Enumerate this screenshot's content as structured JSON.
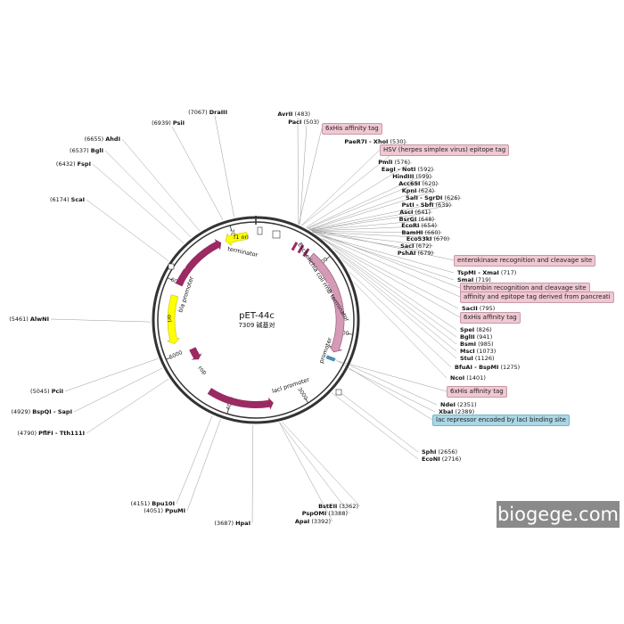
{
  "plasmid": {
    "name": "pET-44c",
    "size_label": "7309 碱基对",
    "total_bp": 7309
  },
  "ticks": [
    "1000",
    "2000",
    "3000",
    "4000",
    "5000",
    "6000",
    "7000"
  ],
  "sites": [
    {
      "name": "AvrII",
      "pos": "483"
    },
    {
      "name": "PacI",
      "pos": "503"
    },
    {
      "name": "PaeR7I - XhoI",
      "pos": "530"
    },
    {
      "name": "PmlI",
      "pos": "576"
    },
    {
      "name": "EagI - NotI",
      "pos": "592"
    },
    {
      "name": "HindIII",
      "pos": "599"
    },
    {
      "name": "Acc65I",
      "pos": "620"
    },
    {
      "name": "KpnI",
      "pos": "624"
    },
    {
      "name": "SalI - SgrDI",
      "pos": "626"
    },
    {
      "name": "PstI - SbfI",
      "pos": "639"
    },
    {
      "name": "AscI",
      "pos": "641"
    },
    {
      "name": "BsrGI",
      "pos": "648"
    },
    {
      "name": "EcoRI",
      "pos": "654"
    },
    {
      "name": "BamHI",
      "pos": "660"
    },
    {
      "name": "Eco53kI",
      "pos": "670"
    },
    {
      "name": "SacI",
      "pos": "672"
    },
    {
      "name": "PshAI",
      "pos": "679"
    },
    {
      "name": "TspMI - XmaI",
      "pos": "717"
    },
    {
      "name": "SmaI",
      "pos": "719"
    },
    {
      "name": "SacII",
      "pos": "795"
    },
    {
      "name": "SpeI",
      "pos": "826"
    },
    {
      "name": "BglII",
      "pos": "941"
    },
    {
      "name": "BsmI",
      "pos": "985"
    },
    {
      "name": "MscI",
      "pos": "1073"
    },
    {
      "name": "StuI",
      "pos": "1126"
    },
    {
      "name": "BfuAI - BspMI",
      "pos": "1275"
    },
    {
      "name": "NcoI",
      "pos": "1401"
    },
    {
      "name": "NdeI",
      "pos": "2351"
    },
    {
      "name": "XbaI",
      "pos": "2389"
    },
    {
      "name": "SphI",
      "pos": "2656"
    },
    {
      "name": "EcoNI",
      "pos": "2716"
    },
    {
      "name": "BstEII",
      "pos": "3362"
    },
    {
      "name": "PspOMI",
      "pos": "3388"
    },
    {
      "name": "ApaI",
      "pos": "3392"
    },
    {
      "name": "HpaI",
      "pos": "3687"
    },
    {
      "name": "Bpu10I",
      "pos": "4151"
    },
    {
      "name": "PpuMI",
      "pos": "4051"
    },
    {
      "name": "PflFI - Tth111I",
      "pos": "4790"
    },
    {
      "name": "BspQI - SapI",
      "pos": "4929"
    },
    {
      "name": "PciI",
      "pos": "5045"
    },
    {
      "name": "AlwNI",
      "pos": "5461"
    },
    {
      "name": "ScaI",
      "pos": "6174"
    },
    {
      "name": "FspI",
      "pos": "6432"
    },
    {
      "name": "BglI",
      "pos": "6537"
    },
    {
      "name": "AhdI",
      "pos": "6655"
    },
    {
      "name": "PsiI",
      "pos": "6939"
    },
    {
      "name": "DraIII",
      "pos": "7067"
    }
  ],
  "tags": [
    {
      "text": "6xHis affinity tag",
      "color": "pink"
    },
    {
      "text": "HSV (herpes simplex virus) epitope tag",
      "color": "pink"
    },
    {
      "text": "enterokinase recognition and cleavage site",
      "color": "pink"
    },
    {
      "text": "thrombin recognition and cleavage site",
      "color": "pink"
    },
    {
      "text": "affinity and epitope tag derived from pancreati",
      "color": "pink"
    },
    {
      "text": "6xHis affinity tag",
      "color": "pink"
    },
    {
      "text": "6xHis affinity tag",
      "color": "pink"
    },
    {
      "text": "lac repressor encoded by lacI binding site",
      "color": "blue"
    }
  ],
  "features": {
    "nusA": "nusA",
    "rrnb": "Escherichia coli rrnB terminator",
    "promoter": "promoter",
    "laci_promoter": "lacI promoter",
    "laci": "lacI",
    "rop": "rop",
    "ori": "ori",
    "bla": "bla",
    "bla_promoter": "bla promoter",
    "f1_ori": "f1 ori",
    "terminator": "terminator"
  },
  "colors": {
    "feature": "#9b2a62",
    "nusa": "#d49ab6",
    "yellow": "#ffff00",
    "tag_pink": "#f0c8d2",
    "tag_blue": "#a9d7e6"
  },
  "watermark": "biogege.com"
}
